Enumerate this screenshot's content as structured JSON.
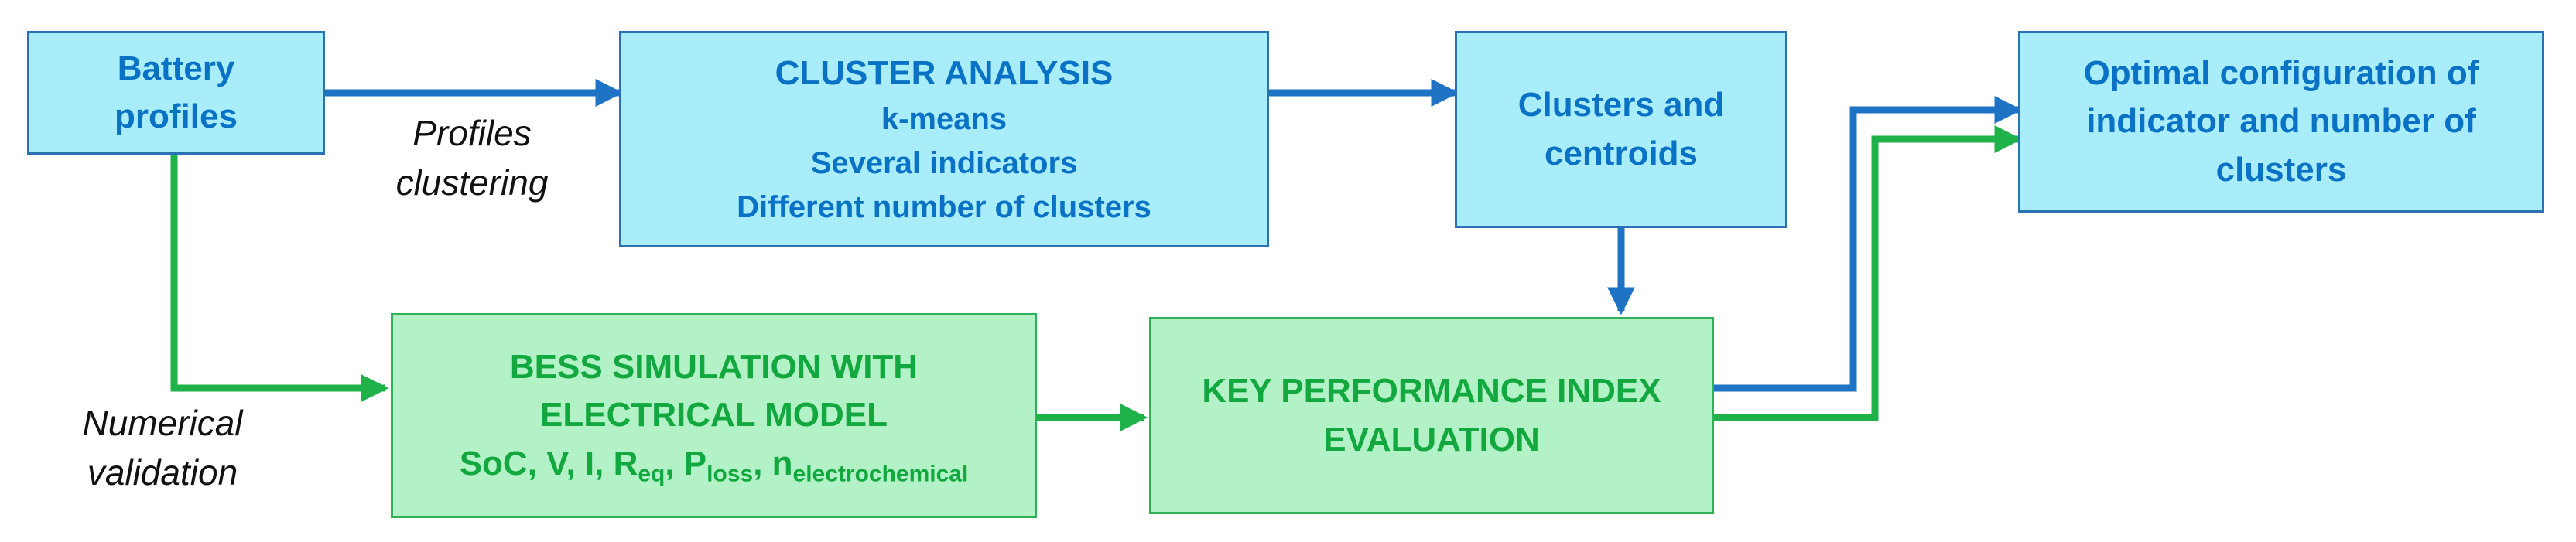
{
  "boxes": {
    "battery": {
      "lines": [
        "Battery",
        "profiles"
      ]
    },
    "cluster_analysis": {
      "lines": [
        "CLUSTER ANALYSIS",
        "k-means",
        "Several indicators",
        "Different number of clusters"
      ]
    },
    "clusters": {
      "lines": [
        "Clusters and",
        "centroids"
      ]
    },
    "optimal": {
      "lines": [
        "Optimal configuration of",
        "indicator and number of",
        "clusters"
      ]
    },
    "bess": {
      "lines": [
        "BESS SIMULATION WITH",
        "ELECTRICAL MODEL"
      ],
      "vars": {
        "soc": "SoC, V, I, R",
        "eq": "eq",
        "sep1": ", P",
        "loss": "loss",
        "sep2": ", n",
        "electro": "electrochemical"
      }
    },
    "kpi": {
      "lines": [
        "KEY PERFORMANCE INDEX",
        "EVALUATION"
      ]
    }
  },
  "labels": {
    "profiles_clustering": [
      "Profiles",
      "clustering"
    ],
    "numerical_validation": [
      "Numerical",
      "validation"
    ]
  },
  "colors": {
    "blue_fill": "#a9ecfa",
    "blue_stroke": "#2b72b5",
    "blue_text": "#0a72c4",
    "green_fill": "#b2f2c6",
    "green_stroke": "#2fb158",
    "green_text": "#13a83f",
    "blue_arrow": "#1f73c4",
    "green_arrow": "#1fb24a"
  }
}
